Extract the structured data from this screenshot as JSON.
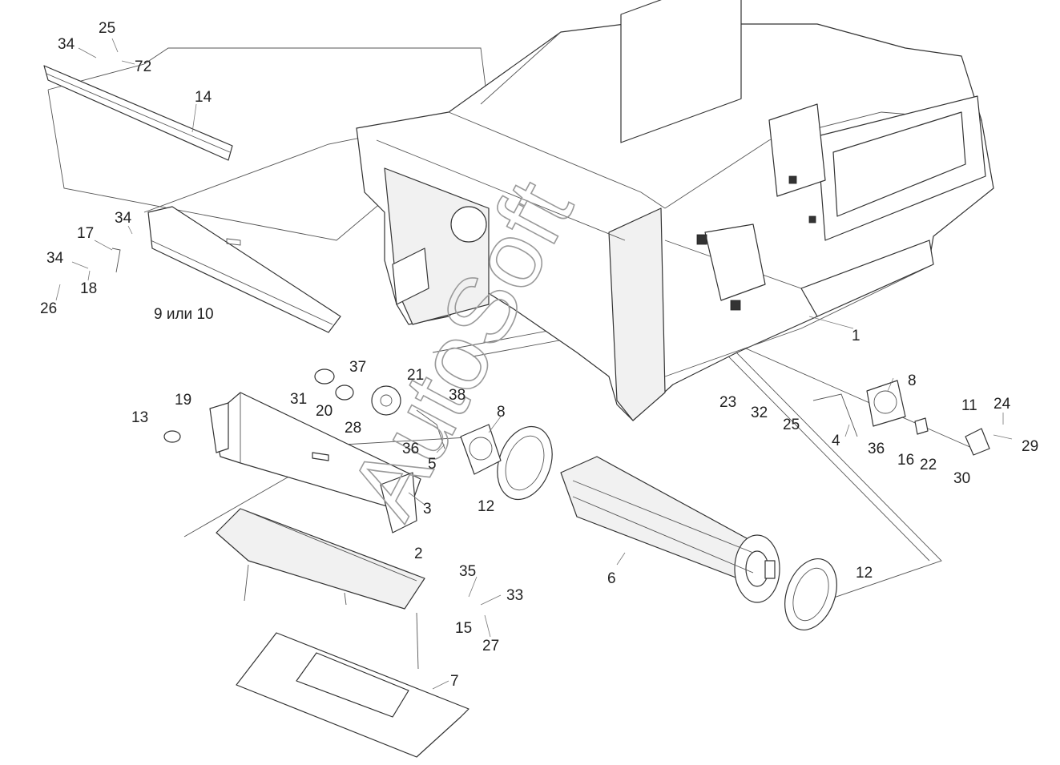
{
  "diagram": {
    "watermark": "AutoSoft",
    "callouts": {
      "c1": "1",
      "c2": "2",
      "c3": "3",
      "c4": "4",
      "c5": "5",
      "c6": "6",
      "c7": "7",
      "c8a": "8",
      "c8b": "8",
      "c9_10": "9 или 10",
      "c11": "11",
      "c12a": "12",
      "c12b": "12",
      "c13": "13",
      "c14": "14",
      "c15": "15",
      "c16": "16",
      "c17": "17",
      "c18": "18",
      "c19": "19",
      "c20": "20",
      "c21": "21",
      "c22": "22",
      "c23": "23",
      "c24": "24",
      "c25a": "25",
      "c25b": "25",
      "c26": "26",
      "c27": "27",
      "c28": "28",
      "c29": "29",
      "c30": "30",
      "c31": "31",
      "c32": "32",
      "c33": "33",
      "c34a": "34",
      "c34b": "34",
      "c34c": "34",
      "c35": "35",
      "c36a": "36",
      "c36b": "36",
      "c37": "37",
      "c38": "38",
      "c72": "72"
    }
  }
}
